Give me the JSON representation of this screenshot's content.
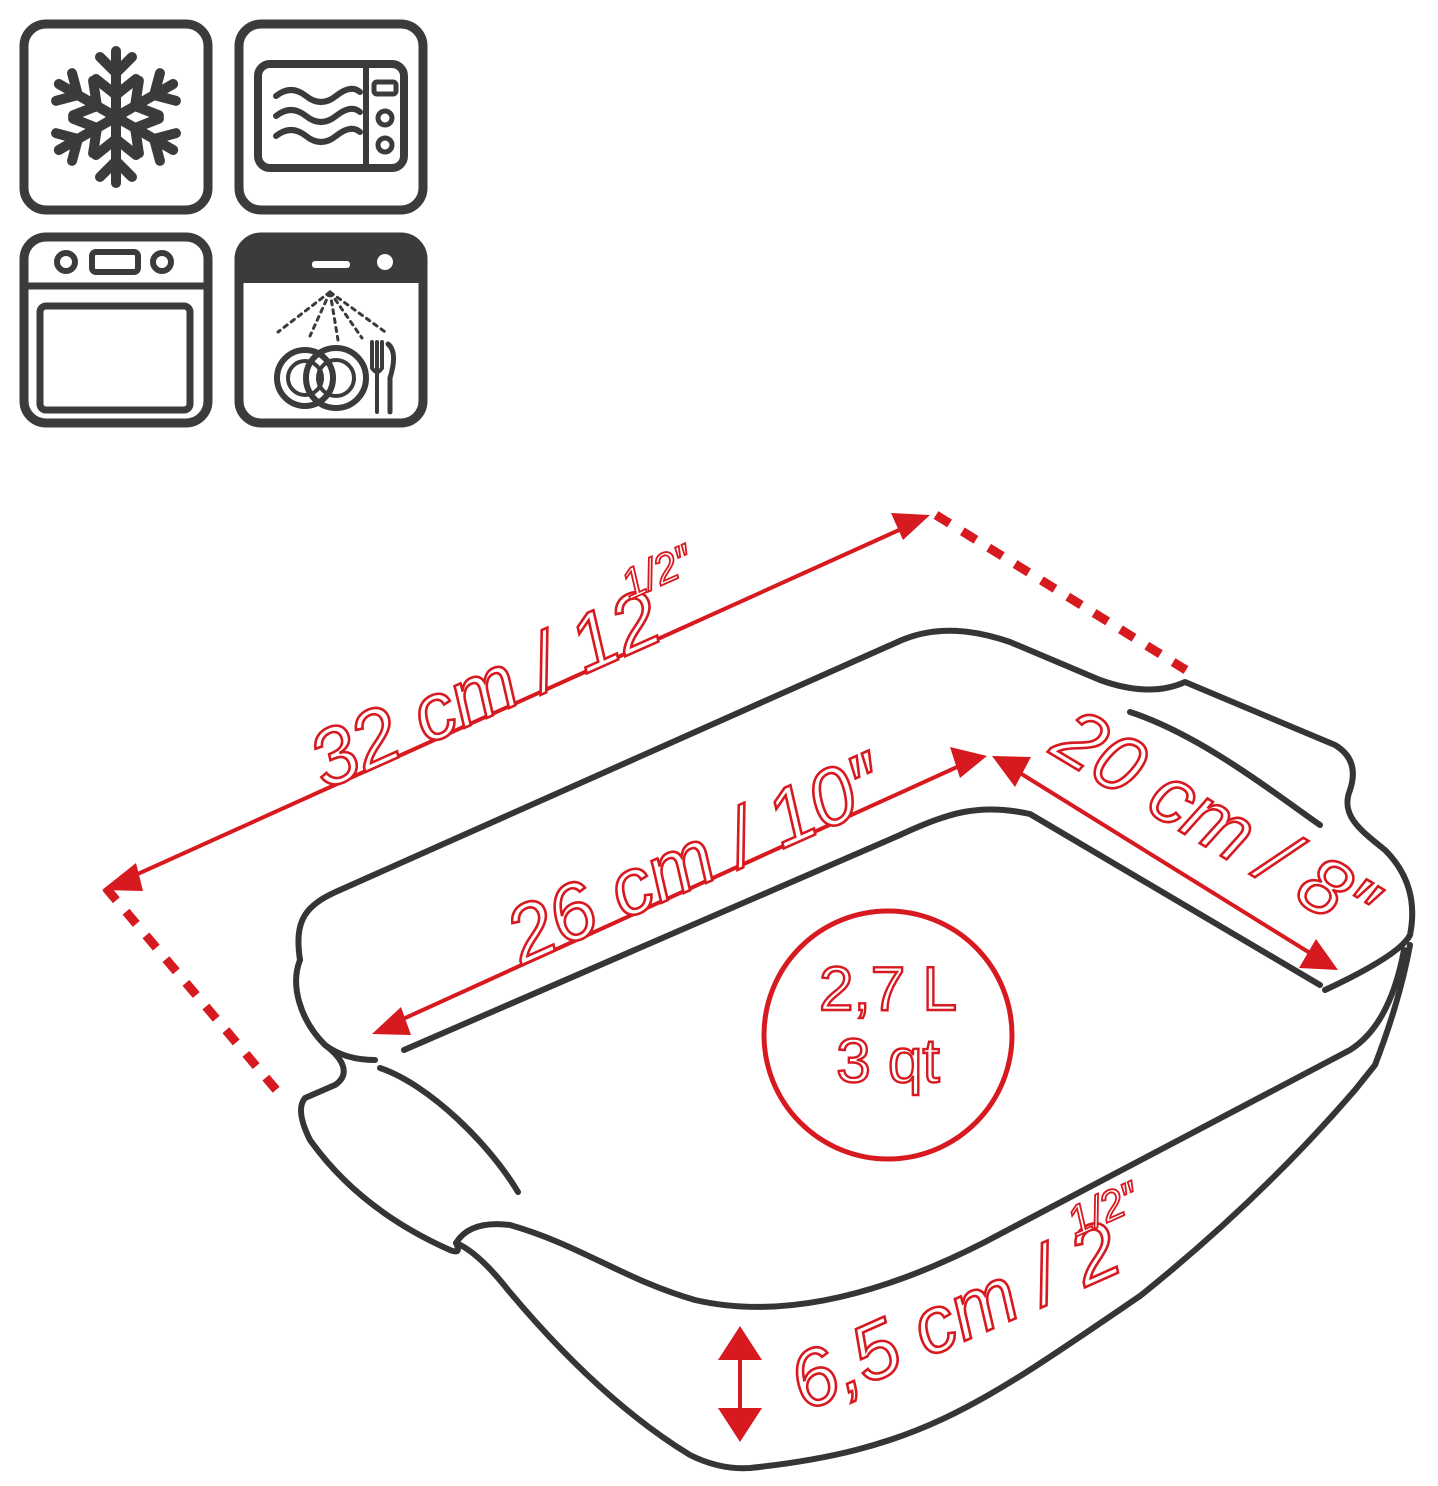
{
  "usage_icons": [
    {
      "name": "freezer",
      "icon": "snowflake-icon"
    },
    {
      "name": "microwave",
      "icon": "microwave-icon"
    },
    {
      "name": "oven",
      "icon": "oven-icon"
    },
    {
      "name": "dishwasher",
      "icon": "dishwasher-icon"
    }
  ],
  "dimensions": {
    "outer_length": {
      "main": "32 cm / 12",
      "fraction": "1/2″"
    },
    "inner_length": {
      "main": "26 cm / 10″"
    },
    "width": {
      "main": "20 cm / 8″"
    },
    "height": {
      "main": "6,5 cm / 2",
      "fraction": "1/2″"
    }
  },
  "capacity": {
    "liters": "2,7 L",
    "quarts": "3 qt"
  },
  "colors": {
    "accent": "#d71920",
    "ink": "#3a3b3d",
    "background": "#ffffff"
  }
}
